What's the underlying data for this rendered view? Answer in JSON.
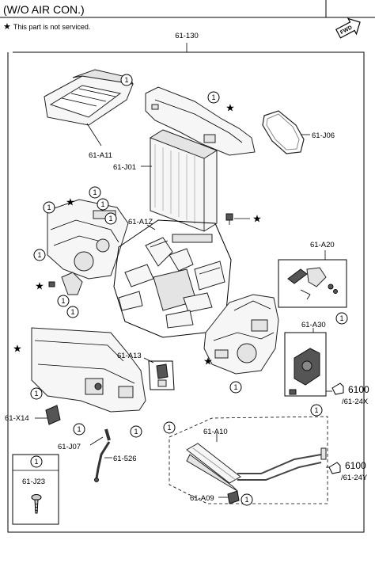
{
  "header": {
    "title": "(W/O AIR CON.)",
    "note_star": "★",
    "note_text": "This part is not serviced."
  },
  "fwd_label": "FWD",
  "callout_number": "1",
  "star_symbol": "★",
  "parts": {
    "assembly": "61-130",
    "filter_cover": "61-A11",
    "air_filter": "61-J01",
    "gasket": "61-J06",
    "case_set": "61-A1Z",
    "actuator_set": "61-A20",
    "mode_actuator": "61-A30",
    "blend_actuator": "61-A13",
    "resistor": "61-X14",
    "drain_hose": "61-J07",
    "drain_pipe": "61-526",
    "heater_core": "61-A10",
    "pipe_clamp": "61-A09",
    "screw": "61-J23"
  },
  "references": [
    {
      "code": "6100",
      "sub": "/61-24X"
    },
    {
      "code": "6100",
      "sub": "/61-24Y"
    }
  ]
}
